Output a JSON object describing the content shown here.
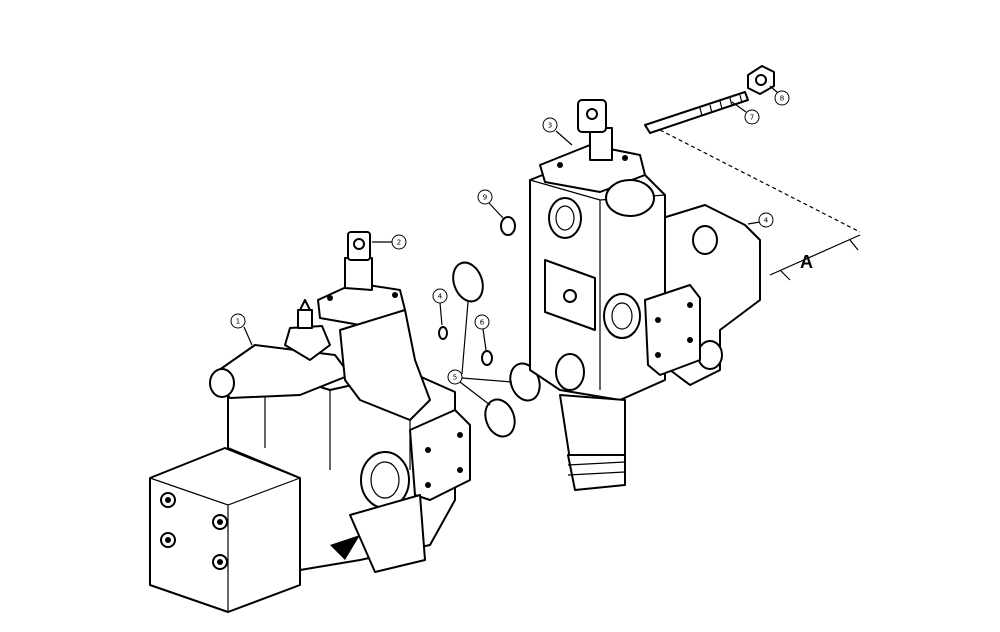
{
  "diagram": {
    "callouts": [
      {
        "id": "c1",
        "label": "1"
      },
      {
        "id": "c2",
        "label": "2"
      },
      {
        "id": "c3",
        "label": "3"
      },
      {
        "id": "c4",
        "label": "4"
      },
      {
        "id": "c5",
        "label": "5"
      },
      {
        "id": "c6",
        "label": "6"
      },
      {
        "id": "c7",
        "label": "7"
      },
      {
        "id": "c8",
        "label": "8"
      },
      {
        "id": "c9",
        "label": "9"
      }
    ],
    "dimension": {
      "label": "A"
    },
    "colors": {
      "ink": "#000000",
      "paper": "#ffffff"
    }
  }
}
